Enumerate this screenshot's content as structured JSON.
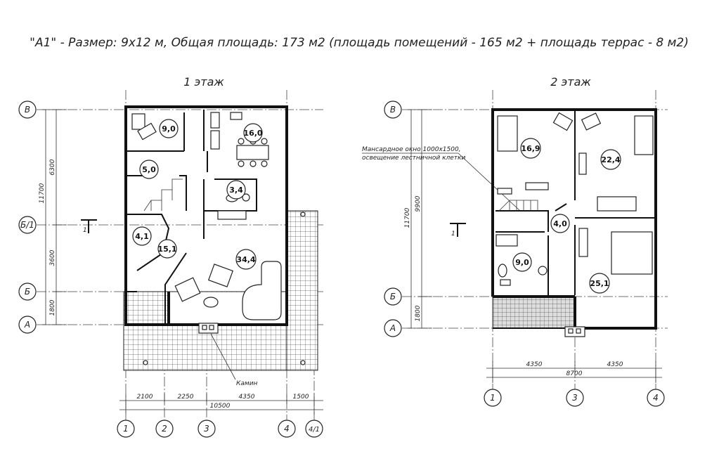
{
  "title": "\"А1\" - Размер: 9x12 м, Общая площадь: 173 м2 (площадь помещений - 165 м2 + площадь террас - 8 м2)",
  "floors": {
    "first": {
      "label": "1 этаж",
      "rooms": [
        "9,0",
        "16,0",
        "5,0",
        "3,4",
        "4,1",
        "15,1",
        "34,4"
      ],
      "axes_rows": [
        "В",
        "Б/1",
        "Б",
        "А"
      ],
      "axes_cols": [
        "1",
        "2",
        "3",
        "4",
        "4/1"
      ],
      "dims_vertical": [
        "11700",
        "6300",
        "3600",
        "1800"
      ],
      "dims_horizontal": [
        "2100",
        "2250",
        "4350",
        "1500"
      ],
      "dim_total": "10500",
      "fireplace_label": "Камин",
      "section_mark": "1"
    },
    "second": {
      "label": "2 этаж",
      "rooms": [
        "16,9",
        "22,4",
        "4,0",
        "9,0",
        "25,1"
      ],
      "axes_rows": [
        "В",
        "Б",
        "А"
      ],
      "axes_cols": [
        "1",
        "3",
        "4"
      ],
      "dims_vertical": [
        "11700",
        "9900",
        "1800"
      ],
      "dims_horizontal": [
        "4350",
        "4350"
      ],
      "dim_total": "8700",
      "note_line1": "Мансардное окно 1000x1500,",
      "note_line2": "освещение лестничной клетки",
      "section_mark": "1"
    }
  }
}
